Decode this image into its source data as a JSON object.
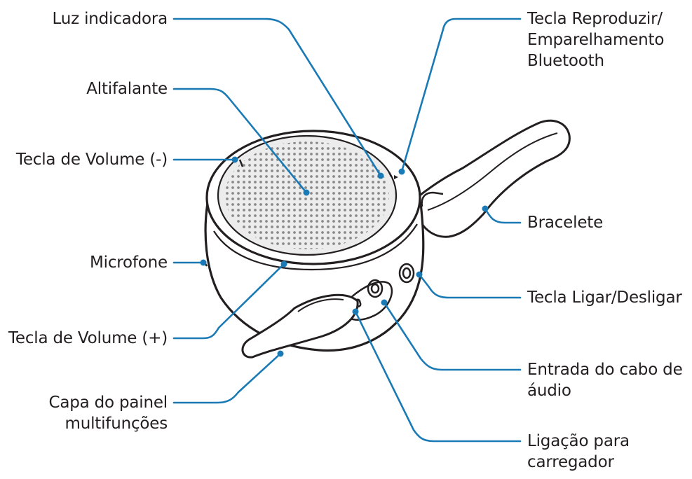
{
  "labels_left": {
    "luz_indicadora": "Luz indicadora",
    "altifalante": "Altifalante",
    "tecla_volume_menos": "Tecla de Volume (-)",
    "microfone": "Microfone",
    "tecla_volume_mais": "Tecla de Volume (+)",
    "capa_painel_l1": "Capa do painel",
    "capa_painel_l2": "multifunções"
  },
  "labels_right": {
    "tecla_reproduzir_l1": "Tecla Reproduzir/",
    "tecla_reproduzir_l2": "Emparelhamento",
    "tecla_reproduzir_l3": "Bluetooth",
    "bracelete": "Bracelete",
    "tecla_ligar": "Tecla Ligar/Desligar",
    "entrada_audio_l1": "Entrada do cabo de",
    "entrada_audio_l2": "áudio",
    "ligacao_l1": "Ligação para",
    "ligacao_l2": "carregador"
  },
  "colors": {
    "leader_line": "#1a7ab5",
    "outline": "#231f20",
    "grille": "#e4e4e4",
    "body": "#ffffff"
  }
}
